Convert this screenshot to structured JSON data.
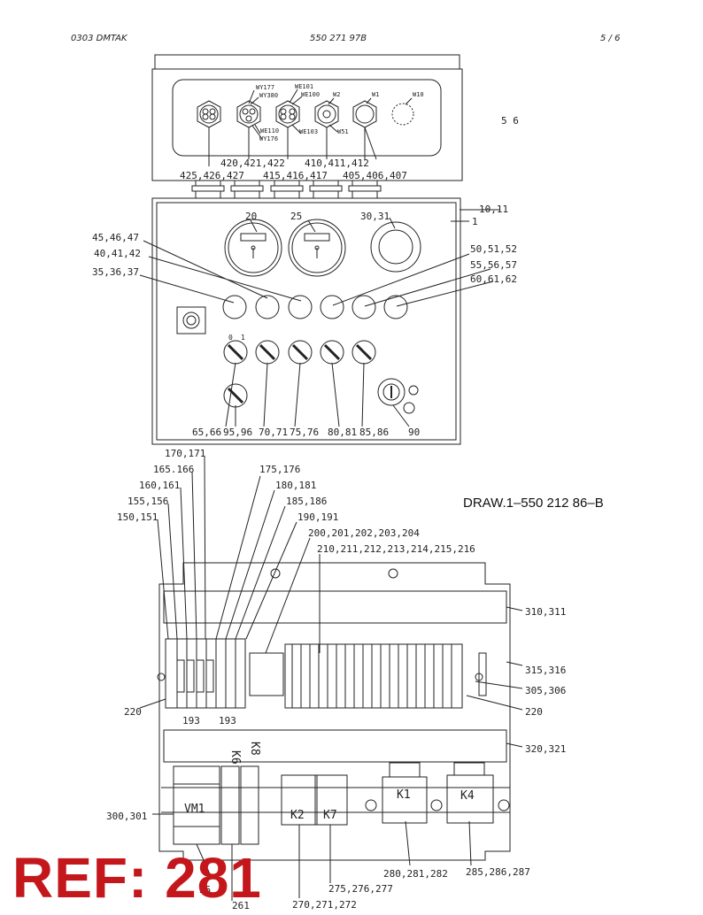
{
  "header": {
    "left": "0303 DMTAK",
    "center": "550 271 97B",
    "right": "5 /  6"
  },
  "drawing_ref": "DRAW.1–550 212 86–B",
  "stamp": "REF: 281",
  "top_box": {
    "sub_labels": [
      "WY177",
      "WY380",
      "WE101",
      "WE100",
      "W2",
      "W1",
      "W10",
      "WE110",
      "WY176",
      "WE103",
      "W51"
    ],
    "side_label": "5 6",
    "callouts": [
      "420,421,422",
      "410,411,412",
      "425,426,427",
      "415,416,417",
      "405,406,407"
    ]
  },
  "panel": {
    "callouts": [
      "10,11",
      "1",
      "20",
      "25",
      "30,31",
      "45,46,47",
      "40,41,42",
      "35,36,37",
      "50,51,52",
      "55,56,57",
      "60,61,62",
      "65,66",
      "95,96",
      "70,71",
      "75,76",
      "80,81",
      "85,86",
      "90"
    ],
    "switch_scale": [
      "0",
      "1"
    ]
  },
  "lower": {
    "callouts": [
      "170,171",
      "165.166",
      "160,161",
      "155,156",
      "150,151",
      "175,176",
      "180,181",
      "185,186",
      "190,191",
      "200,201,202,203,204",
      "210,211,212,213,214,215,216",
      "310,311",
      "315,316",
      "305,306",
      "220",
      "220",
      "193",
      "193",
      "320,321",
      "300,301",
      "280,281,282",
      "285,286,287",
      "275,276,277",
      "270,271,272",
      "25",
      "261"
    ],
    "components": [
      "VM1",
      "K6",
      "K8",
      "K2",
      "K7",
      "K1",
      "K4"
    ]
  }
}
